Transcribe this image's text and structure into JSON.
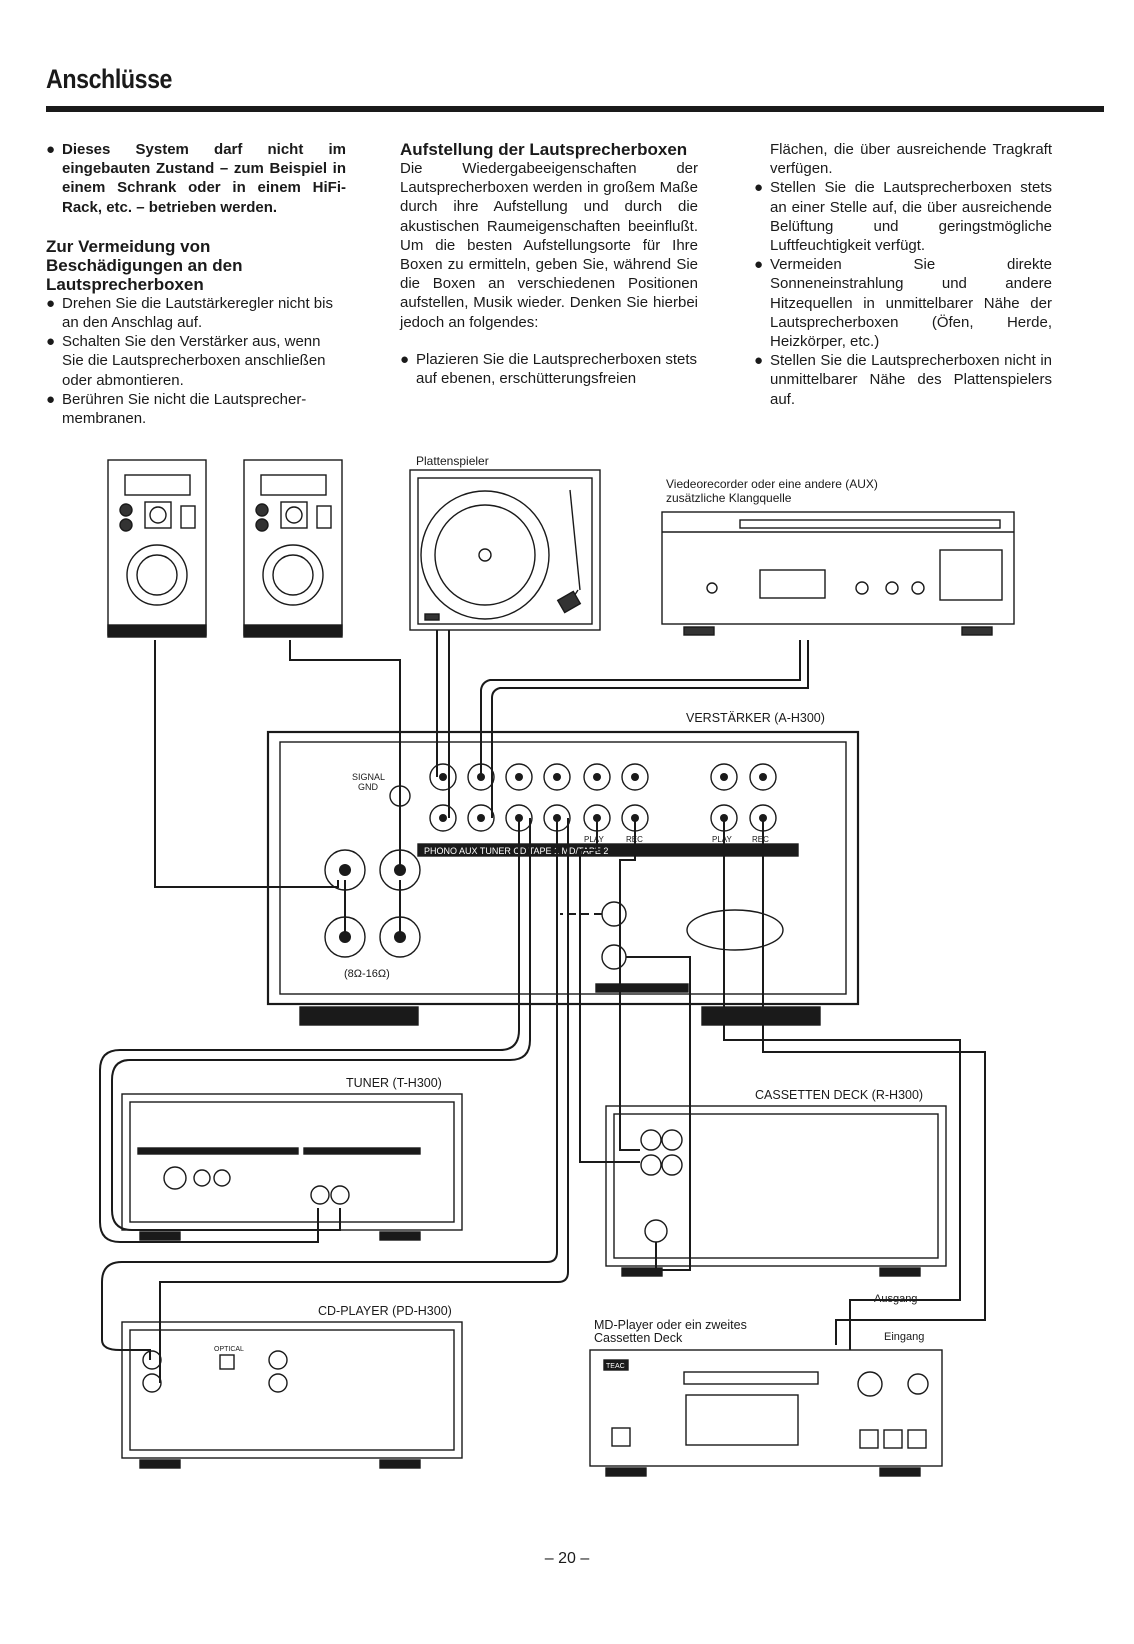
{
  "title": "Anschlüsse",
  "col1": {
    "warning": "Dieses System darf nicht im eingebauten Zustand – zum Beispiel in einem Schrank oder in einem HiFi-Rack, etc. – betrieben werden.",
    "heading": "Zur Vermeidung von Beschädigungen an den Lautsprecherboxen",
    "bullets": [
      "Drehen Sie die Lautstärkeregler nicht bis an den Anschlag auf.",
      "Schalten Sie den Verstärker aus, wenn Sie die Lautsprecherboxen anschließen oder abmontieren.",
      "Berühren Sie nicht die Lautsprecher-membranen."
    ]
  },
  "col2": {
    "heading": "Aufstellung der Lautsprecherboxen",
    "para": "Die Wiedergabeeigenschaften der Lautsprecherboxen werden in großem Maße durch ihre Aufstellung und durch die akustischen Raumeigenschaften beeinflußt. Um die besten Aufstellungsorte für Ihre Boxen zu ermitteln, geben Sie, während Sie die Boxen an verschiedenen Positionen aufstellen, Musik wieder. Denken Sie hierbei jedoch an folgendes:",
    "bullet": "Plazieren Sie die Lautsprecherboxen stets auf ebenen, erschütterungsfreien"
  },
  "col3": {
    "cont": "Flächen, die über ausreichende Tragkraft verfügen.",
    "bullets": [
      "Stellen Sie die Lautsprecherboxen stets an einer Stelle auf, die über ausreichende Belüftung und geringstmögliche Luftfeuchtigkeit verfügt.",
      "Vermeiden Sie direkte Sonneneinstrahlung und andere Hitzequellen in unmittelbarer Nähe der Lautsprecherboxen (Öfen, Herde, Heizkörper, etc.)",
      "Stellen Sie die Lautsprecherboxen nicht in unmittelbarer Nähe des Plattenspielers auf."
    ]
  },
  "diagram": {
    "turntable": "Plattenspieler",
    "aux_line1": "Viedeorecorder oder eine andere (AUX)",
    "aux_line2": "zusätzliche Klangquelle",
    "amplifier": "VERSTÄRKER (A-H300)",
    "signal_gnd_1": "SIGNAL",
    "signal_gnd_2": "GND",
    "input_strip": "PHONO   AUX   TUNER   CD     TAPE 1        MD/TAPE 2",
    "play": "PLAY",
    "rec": "REC",
    "impedance": "(8Ω-16Ω)",
    "tuner": "TUNER (T-H300)",
    "cassette": "CASSETTEN DECK (R-H300)",
    "cd": "CD-PLAYER (PD-H300)",
    "md_line1": "MD-Player oder ein zweites",
    "md_line2": "Cassetten Deck",
    "ausgang": "Ausgang",
    "eingang": "Eingang",
    "optical": "OPTICAL",
    "teac": "TEAC"
  },
  "page_number": "– 20 –"
}
